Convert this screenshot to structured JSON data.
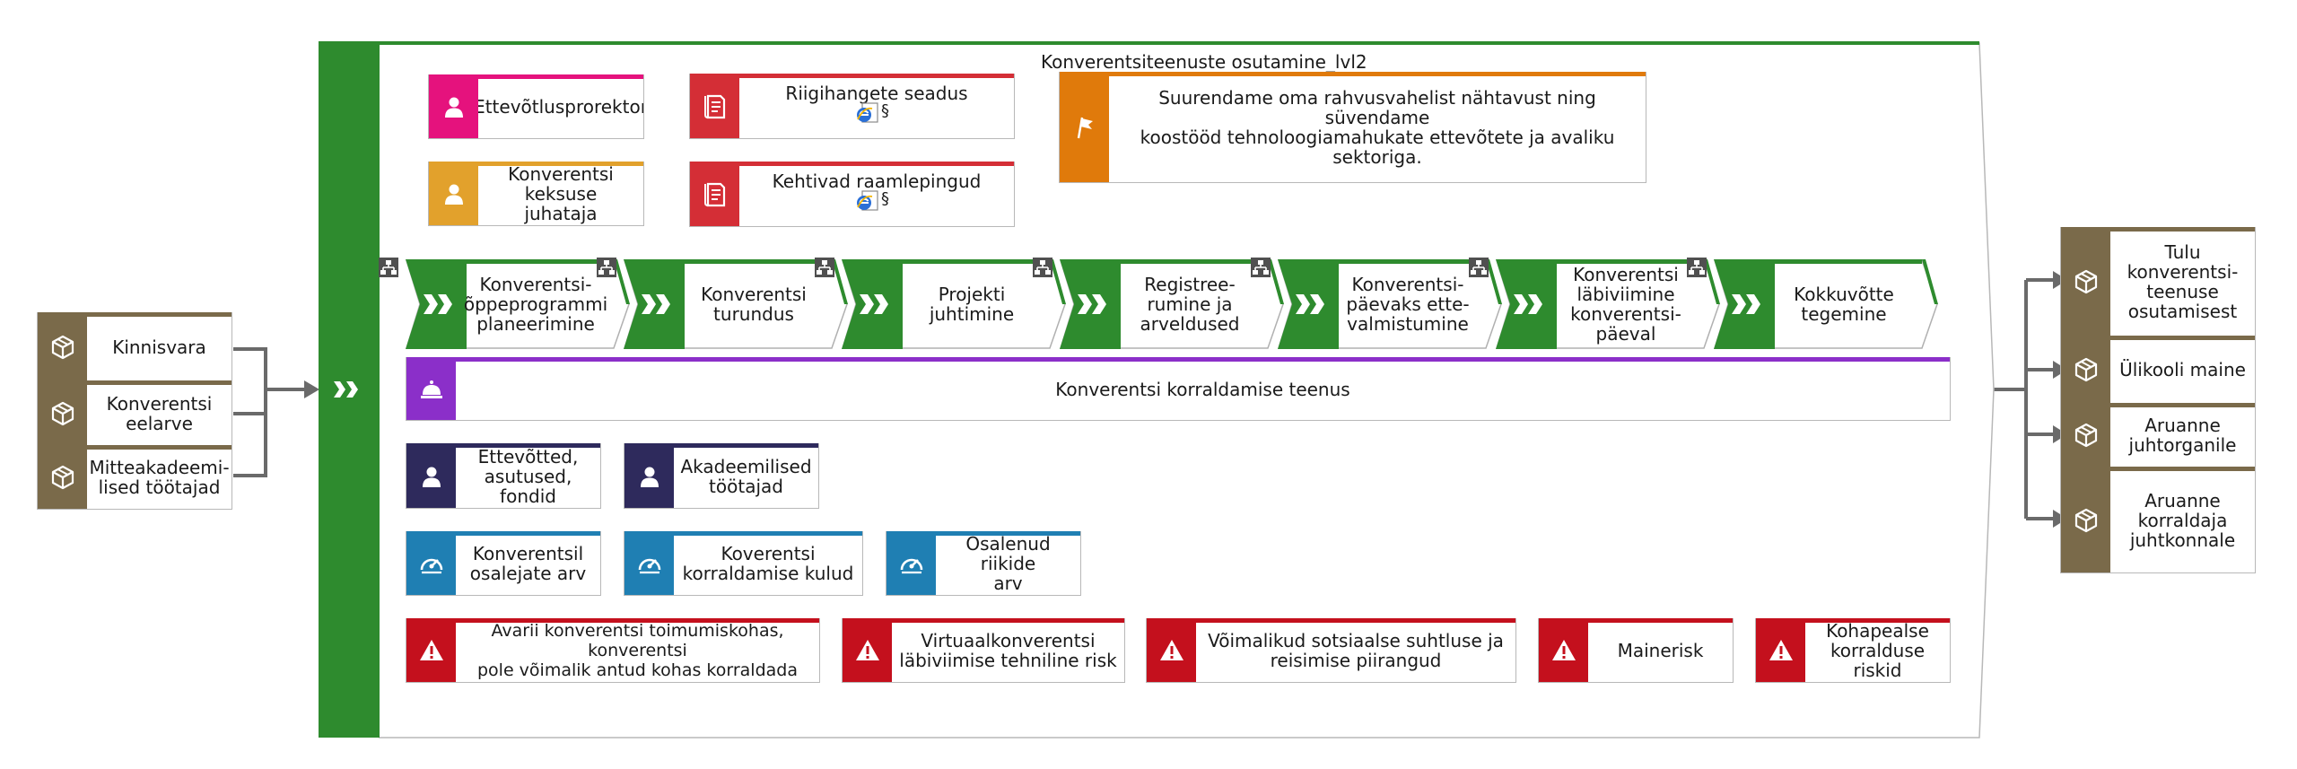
{
  "diagram": {
    "title": "Konverentsiteenuste osutamine_lvl2",
    "inputs": [
      {
        "label": "Kinnisvara",
        "icon": "cube-icon"
      },
      {
        "label": "Konverentsi\neelarve",
        "icon": "cube-icon"
      },
      {
        "label": "Mitteakadeemi-\nlised töötajad",
        "icon": "cube-icon"
      }
    ],
    "outputs": [
      {
        "label": "Tulu konverentsi-\nteenuse\nosutamisest",
        "icon": "cube-icon"
      },
      {
        "label": "Ülikooli maine",
        "icon": "cube-icon"
      },
      {
        "label": "Aruanne\njuhtorganile",
        "icon": "cube-icon"
      },
      {
        "label": "Aruanne\nkorraldaja\njuhtkonnale",
        "icon": "cube-icon"
      }
    ],
    "roles": [
      {
        "label": "Ettevõtlusprorektor",
        "icon": "person-icon"
      },
      {
        "label": "Konverentsi keksuse\njuhataja",
        "icon": "person-icon"
      }
    ],
    "documents": [
      {
        "label": "Riigihangete seadus",
        "mark": "§",
        "icon": "document-icon"
      },
      {
        "label": "Kehtivad raamlepingud",
        "mark": "§",
        "icon": "document-icon"
      }
    ],
    "goal": {
      "label": "Suurendame oma rahvusvahelist nähtavust ning süvendame\nkoostööd tehnoloogiamahukate ettevõtete ja avaliku sektoriga.",
      "icon": "flag-icon"
    },
    "processes": [
      {
        "label": "Konverentsi-\nõppeprogrammi\nplaneerimine"
      },
      {
        "label": "Konverentsi\nturundus"
      },
      {
        "label": "Projekti\njuhtimine"
      },
      {
        "label": "Registree-\nrumine ja\narveldused"
      },
      {
        "label": "Konverentsi-\npäevaks ette-\nvalmistumine"
      },
      {
        "label": "Konverentsi\nläbiviimine\nkonverentsi-\npäeval"
      },
      {
        "label": "Kokkuvõtte\ntegemine"
      }
    ],
    "service": {
      "label": "Konverentsi korraldamise teenus",
      "icon": "service-bell-icon"
    },
    "clients": [
      {
        "label": "Ettevõtted,\nasutused, fondid",
        "icon": "person-icon"
      },
      {
        "label": "Akadeemilised\ntöötajad",
        "icon": "person-icon"
      }
    ],
    "kpis": [
      {
        "label": "Konverentsil\nosalejate arv",
        "icon": "gauge-icon"
      },
      {
        "label": "Koverentsi\nkorraldamise kulud",
        "icon": "gauge-icon"
      },
      {
        "label": "Osalenud riikide\narv",
        "icon": "gauge-icon"
      }
    ],
    "risks": [
      {
        "label": "Avarii konverentsi toimumiskohas, konverentsi\npole võimalik antud kohas korraldada",
        "icon": "warning-icon"
      },
      {
        "label": "Virtuaalkonverentsi\nläbiviimise tehniline risk",
        "icon": "warning-icon"
      },
      {
        "label": "Võimalikud sotsiaalse suhtluse ja\nreisimise piirangud",
        "icon": "warning-icon"
      },
      {
        "label": "Mainerisk",
        "icon": "warning-icon"
      },
      {
        "label": "Kohapealse\nkorralduse riskid",
        "icon": "warning-icon"
      }
    ],
    "colors": {
      "process_green": "#2e8b2e",
      "resource_brown": "#7a6a4a",
      "role_pink": "#e5127d",
      "role_orange": "#e2a12c",
      "document_red": "#d42e36",
      "goal_orange": "#e07a0b",
      "service_purple": "#8b2fc9",
      "client_navy": "#2e2a5c",
      "kpi_blue": "#1f7fb3",
      "risk_red": "#c4101d"
    }
  }
}
